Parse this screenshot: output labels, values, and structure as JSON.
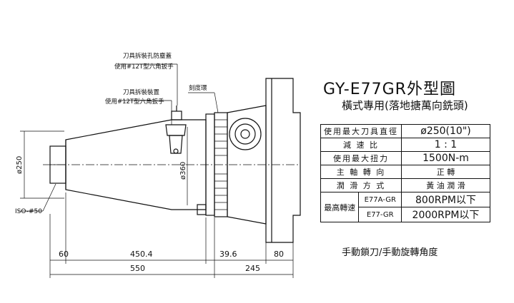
{
  "title": "GY-E77GR外型圖",
  "subtitle": "橫式專用(落地搪萬向銑頭)",
  "specs": {
    "max_tool_diameter_label": "使用最大刀具直徑",
    "max_tool_diameter_value": "ø250(10\")",
    "reduction_label": "減 速 比",
    "reduction_value": "1 : 1",
    "max_torque_label": "使用最大扭力",
    "max_torque_value": "1500N-m",
    "spindle_rotation_label": "主 軸 轉 向",
    "spindle_rotation_value": "正 轉",
    "lubrication_label": "潤 滑 方 式",
    "lubrication_value": "黃 油 潤 滑",
    "max_speed_label": "最高轉速",
    "model_a": "E77A-GR",
    "model_a_speed": "800RPM以下",
    "model_b": "E77-GR",
    "model_b_speed": "2000RPM以下"
  },
  "note": "手動鎖刀/手動旋轉角度",
  "labels": {
    "tool_dust_cover": "刀具拆裝孔防塵蓋",
    "wrench_12t_a": "使用#12T型六角扳手",
    "tool_device": "刀具拆裝裝置",
    "wrench_12t_b": "使用#12T型六角扳手",
    "scale_ring": "刻度環",
    "iso_taper": "ISO-#50",
    "dia_250": "ø250",
    "dia_360": "ø360"
  },
  "dimensions": {
    "d60": "60",
    "d450_4": "450.4",
    "d39_6": "39.6",
    "d80": "80",
    "d550": "550",
    "d245": "245"
  }
}
